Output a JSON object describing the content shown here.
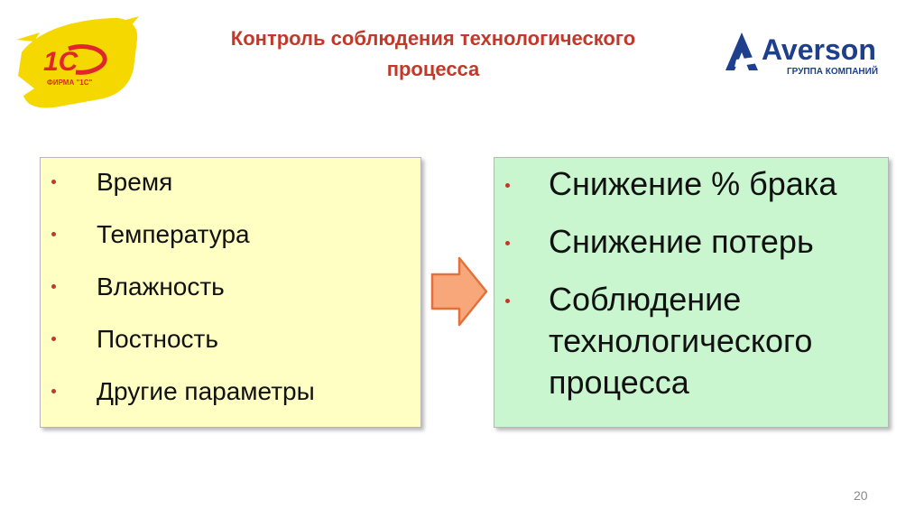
{
  "logos": {
    "left": {
      "brand": "1С",
      "text": "ФИРМА \"1С\"",
      "colors": {
        "blob": "#f5d800",
        "mark": "#e0252b"
      }
    },
    "right": {
      "name": "Averson",
      "subtitle": "ГРУППА КОМПАНИЙ",
      "color": "#1d3f8c"
    }
  },
  "title": {
    "line1": "Контроль соблюдения технологического",
    "line2": "процесса",
    "color": "#c0392b"
  },
  "left_box": {
    "background": "#ffffc4",
    "items": [
      "Время",
      "Температура",
      "Влажность",
      "Постность",
      "Другие параметры"
    ]
  },
  "right_box": {
    "background": "#c9f6cf",
    "items": [
      {
        "lines": [
          "Снижение % брака"
        ]
      },
      {
        "lines": [
          "Снижение потерь"
        ]
      },
      {
        "lines": [
          "Соблюдение",
          "технологического",
          "процесса"
        ]
      }
    ]
  },
  "arrow": {
    "fill": "#f7a77a",
    "stroke": "#e4703a",
    "direction": "right"
  },
  "page_number": "20"
}
